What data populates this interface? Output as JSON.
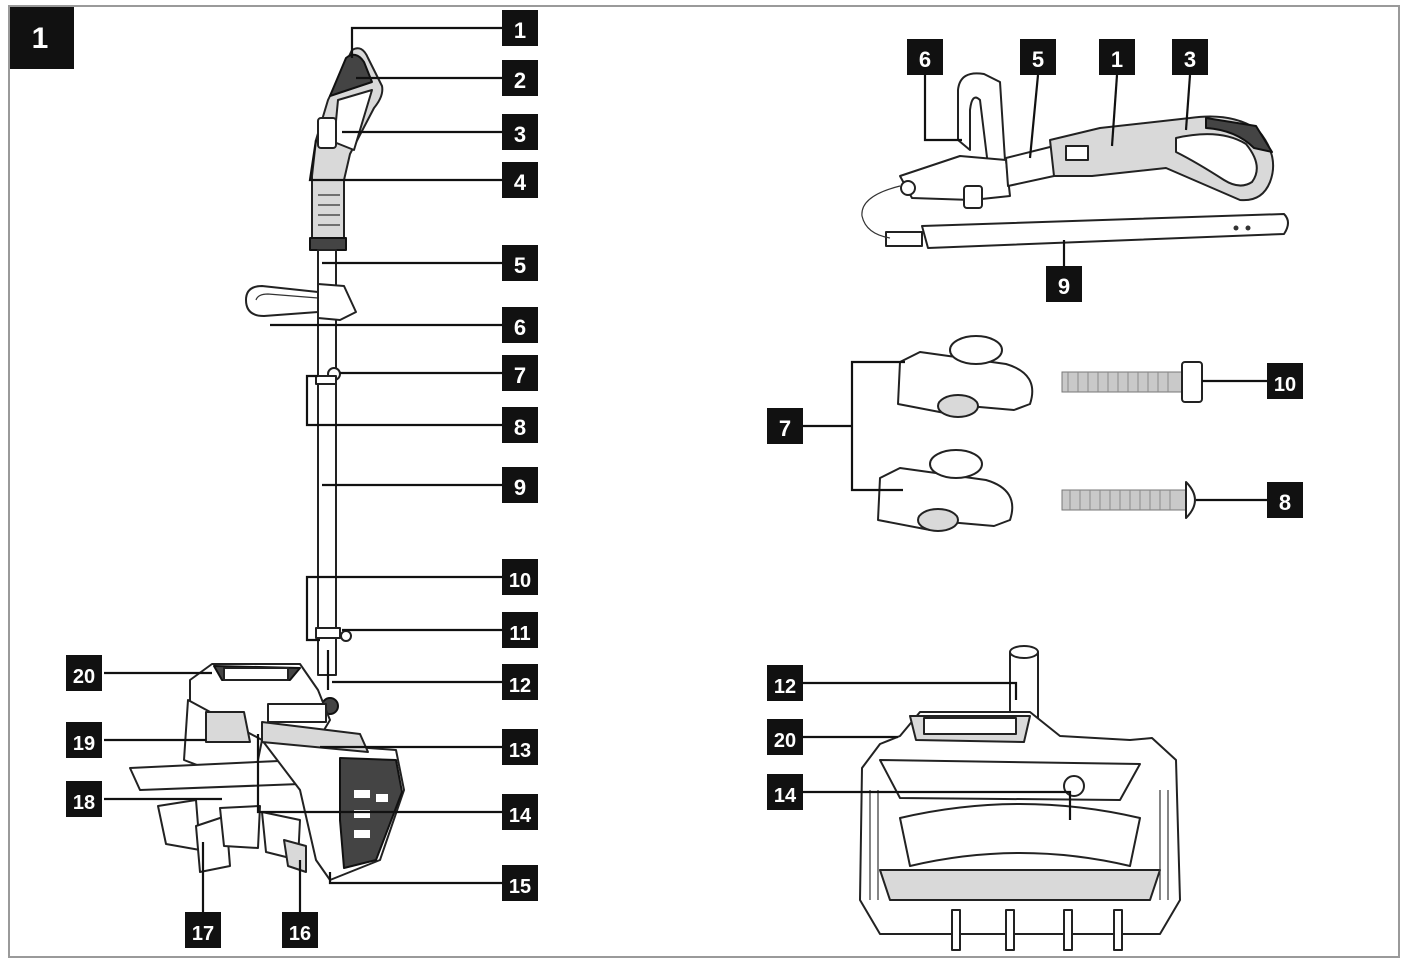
{
  "figure": {
    "number": "1"
  },
  "colors": {
    "label_bg": "#111111",
    "label_fg": "#ffffff",
    "line": "#111111",
    "frame": "#9a9a9a"
  },
  "callouts": {
    "left": [
      "1",
      "2",
      "3",
      "4",
      "5",
      "6",
      "7",
      "8",
      "9",
      "10",
      "11",
      "12",
      "13",
      "14",
      "15",
      "16",
      "17",
      "18",
      "19",
      "20"
    ],
    "top_right": [
      "6",
      "5",
      "1",
      "3",
      "9"
    ],
    "middle_right": [
      "7",
      "10",
      "8"
    ],
    "bottom_right": [
      "12",
      "20",
      "14"
    ]
  }
}
